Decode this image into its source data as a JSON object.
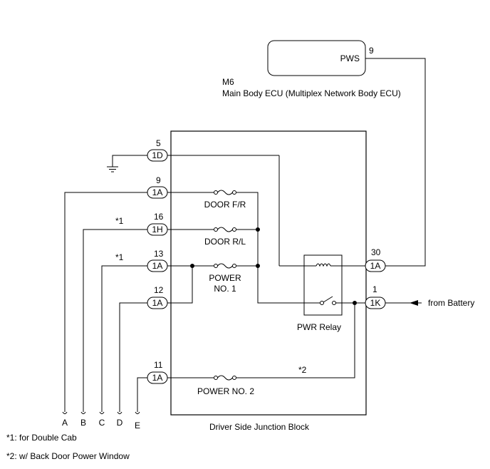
{
  "pws": {
    "label": "PWS",
    "pin": "9"
  },
  "ecu": {
    "code": "M6",
    "name": "Main Body ECU (Multiplex Network Body ECU)"
  },
  "junction_block": {
    "name": "Driver Side Junction Block"
  },
  "connectors": {
    "c_1D": {
      "pin": "5",
      "label": "1D"
    },
    "c_1A_9": {
      "pin": "9",
      "label": "1A"
    },
    "c_1H": {
      "pin": "16",
      "label": "1H"
    },
    "c_1A_13": {
      "pin": "13",
      "label": "1A"
    },
    "c_1A_12": {
      "pin": "12",
      "label": "1A"
    },
    "c_1A_11": {
      "pin": "11",
      "label": "1A"
    },
    "c_1A_30": {
      "pin": "30",
      "label": "1A"
    },
    "c_1K": {
      "pin": "1",
      "label": "1K"
    }
  },
  "notes": {
    "n_1H": "*1",
    "n_13": "*1",
    "n_pwr2": "*2"
  },
  "fuses": {
    "door_fr": "DOOR F/R",
    "door_rl": "DOOR R/L",
    "power1_line1": "POWER",
    "power1_line2": "NO. 1",
    "power2": "POWER NO. 2"
  },
  "relay": {
    "label": "PWR Relay"
  },
  "battery": {
    "label": "from Battery"
  },
  "terminals": [
    "A",
    "B",
    "C",
    "D",
    "E"
  ],
  "footnotes": [
    "*1: for Double Cab",
    "*2: w/ Back Door Power Window"
  ]
}
